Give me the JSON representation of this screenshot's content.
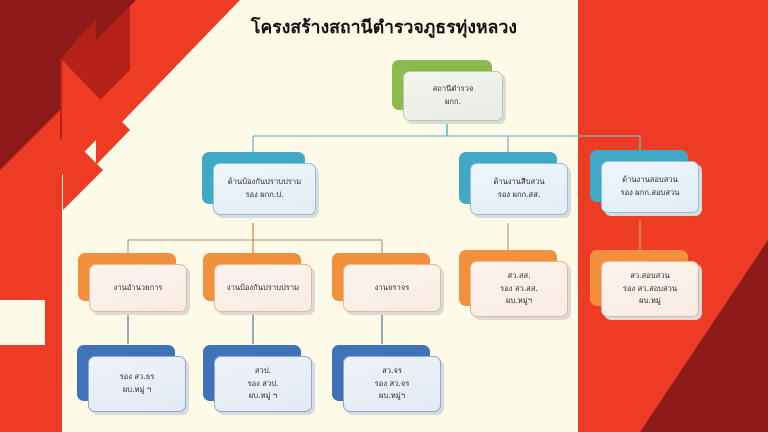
{
  "slide": {
    "title": "โครงสร้างสถานีตำรวจภูธรทุ่งหลวง",
    "background_color": "#fdfbe8",
    "accent_red": "#ee3b24",
    "accent_dark_red": "#8c1a18"
  },
  "chart_data": {
    "type": "diagram",
    "title": "โครงสร้างสถานีตำรวจภูธรทุ่งหลวง",
    "layout": "org-chart",
    "levels": 4,
    "nodes": [
      {
        "id": "root",
        "color": "#8cba4f",
        "color_name": "green",
        "level": 1,
        "lines": [
          "สถานีตำรวจ",
          "ผกก."
        ]
      },
      {
        "id": "prevention",
        "color": "#3fa9c6",
        "color_name": "teal",
        "level": 2,
        "parent": "root",
        "lines": [
          "ด้านป้องกันปราบปราม",
          "รอง ผกก.ป."
        ]
      },
      {
        "id": "investigation",
        "color": "#3fa9c6",
        "color_name": "teal",
        "level": 2,
        "parent": "root",
        "lines": [
          "ด้านงานสืบสวน",
          "รอง ผกก.สส."
        ]
      },
      {
        "id": "inquiry",
        "color": "#3fa9c6",
        "color_name": "teal",
        "level": 2,
        "parent": "root",
        "lines": [
          "ด้านงานสอบสวน",
          "รอง ผกก.สอบสวน"
        ]
      },
      {
        "id": "admin-work",
        "color": "#f2903d",
        "color_name": "orange",
        "level": 3,
        "parent": "prevention",
        "lines": [
          "งานอำนวยการ"
        ]
      },
      {
        "id": "prevention-work",
        "color": "#f2903d",
        "color_name": "orange",
        "level": 3,
        "parent": "prevention",
        "lines": [
          "งานป้องกันปราบปราม"
        ]
      },
      {
        "id": "traffic-work",
        "color": "#f2903d",
        "color_name": "orange",
        "level": 3,
        "parent": "prevention",
        "lines": [
          "งานจราจร"
        ]
      },
      {
        "id": "investigation-staff",
        "color": "#f2903d",
        "color_name": "orange",
        "level": 3,
        "parent": "investigation",
        "lines": [
          "สว.สส.",
          "รอง สว.สส.",
          "ผบ.หมู่ฯ"
        ]
      },
      {
        "id": "inquiry-staff",
        "color": "#f2903d",
        "color_name": "orange",
        "level": 3,
        "parent": "inquiry",
        "lines": [
          "สว.สอบสวน",
          "รอง สว.สอบสวน",
          "ผบ.หมู่"
        ]
      },
      {
        "id": "admin-staff",
        "color": "#3f72b8",
        "color_name": "blue",
        "level": 4,
        "parent": "admin-work",
        "lines": [
          "รอง สว.ธร",
          "ผบ.หมู่ ฯ"
        ]
      },
      {
        "id": "prevention-staff",
        "color": "#3f72b8",
        "color_name": "blue",
        "level": 4,
        "parent": "prevention-work",
        "lines": [
          "สวป.",
          "รอง สวป.",
          "ผบ.หมู่ ฯ"
        ]
      },
      {
        "id": "traffic-staff",
        "color": "#3f72b8",
        "color_name": "blue",
        "level": 4,
        "parent": "traffic-work",
        "lines": [
          "สว.จร",
          "รอง สว.จร",
          "ผบ.หมู่ฯ"
        ]
      }
    ]
  }
}
